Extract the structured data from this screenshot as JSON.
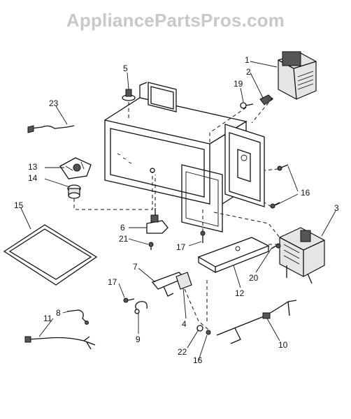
{
  "watermark": "AppliancePartsPros.com",
  "callouts": {
    "c1": "1",
    "c2": "2",
    "c3": "3",
    "c4": "4",
    "c5": "5",
    "c6": "6",
    "c7": "7",
    "c8": "8",
    "c9": "9",
    "c10": "10",
    "c11": "11",
    "c12": "12",
    "c13": "13",
    "c14": "14",
    "c15": "15",
    "c16a": "16",
    "c16b": "16",
    "c17a": "17",
    "c17b": "17",
    "c19": "19",
    "c20": "20",
    "c21": "21",
    "c22": "22",
    "c23": "23"
  },
  "colors": {
    "line": "#111111",
    "watermark": "#c8c8c8",
    "background": "#ffffff"
  }
}
